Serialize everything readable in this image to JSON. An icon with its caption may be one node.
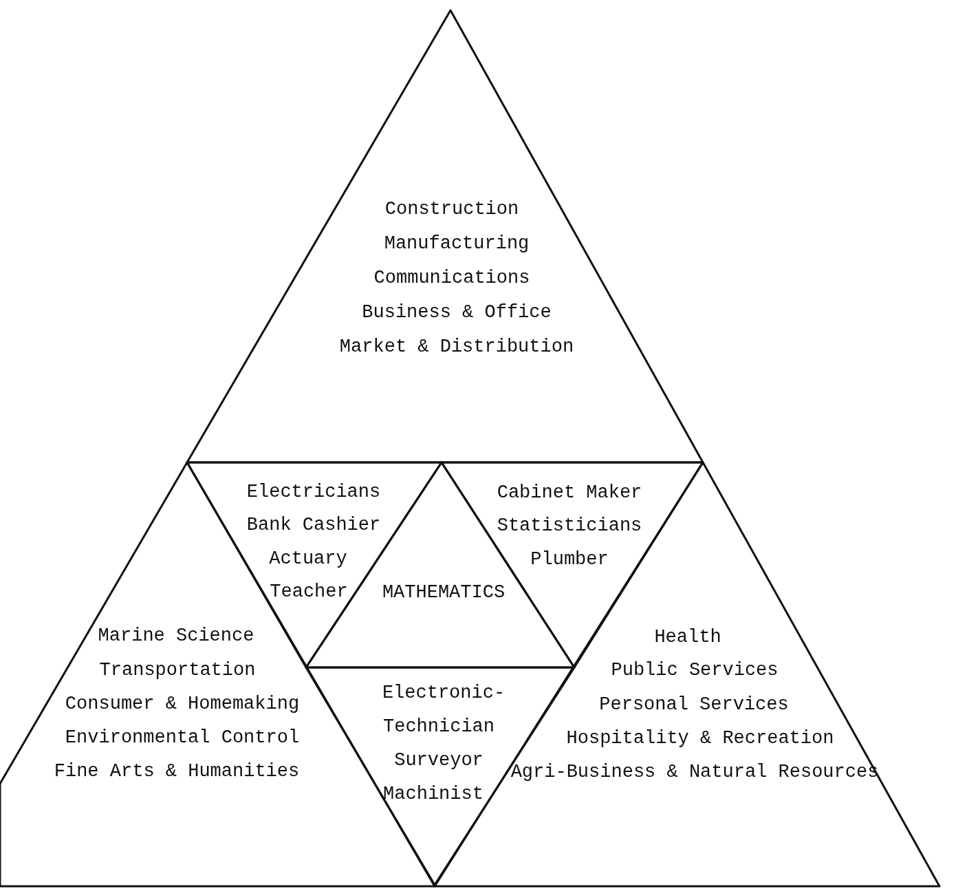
{
  "diagram": {
    "nodes": [
      {
        "text": [
          "Construction",
          "Manufacturing",
          "Communications",
          "Business & Office",
          "Market & Distribution"
        ]
      },
      {
        "text": [
          "Electricians",
          "Bank Cashier",
          "Actuary",
          "Teacher"
        ]
      },
      {
        "text": [
          "MATHEMATICS"
        ]
      },
      {
        "text": [
          "Cabinet Maker",
          "Statisticians",
          "Plumber"
        ]
      },
      {
        "text": [
          "Marine Science",
          "Transportation",
          "Consumer & Homemaking",
          "Environmental Control",
          "Fine Arts & Humanities"
        ]
      },
      {
        "text": [
          "Electronic-",
          "Technician",
          "Surveyor",
          "Machinist"
        ]
      },
      {
        "text": [
          "Health",
          "Public Services",
          "Personal Services",
          "Hospitality & Recreation",
          "Agri-Business & Natural Resources"
        ]
      }
    ]
  }
}
